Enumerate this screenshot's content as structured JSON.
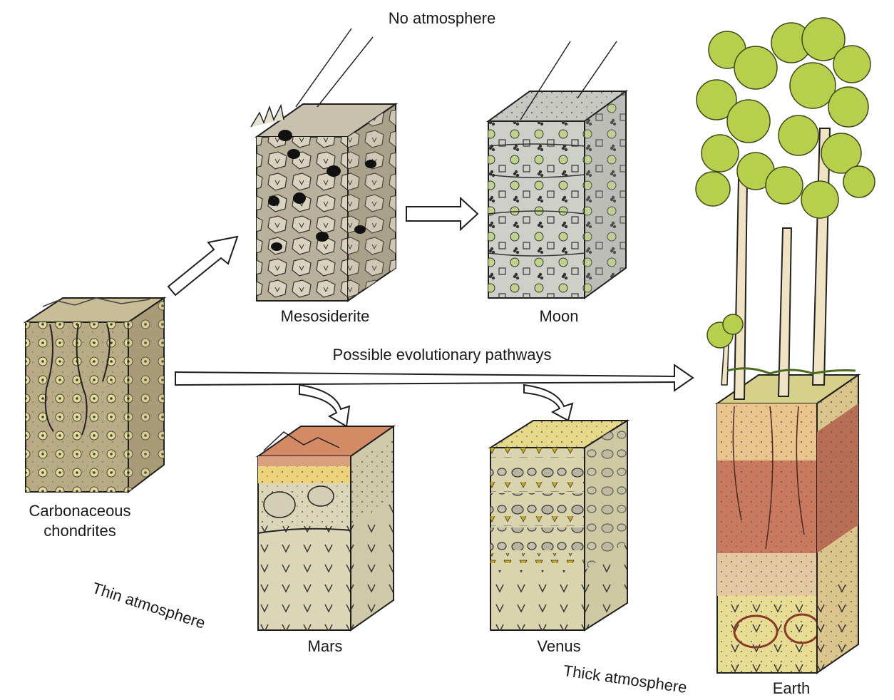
{
  "labels": {
    "no_atmosphere": "No atmosphere",
    "possible_pathways": "Possible evolutionary pathways",
    "thin_atmosphere": "Thin atmosphere",
    "thick_atmosphere": "Thick atmosphere"
  },
  "blocks": {
    "carbonaceous_line1": "Carbonaceous",
    "carbonaceous_line2": "chondrites",
    "mesosiderite": "Mesosiderite",
    "moon": "Moon",
    "mars": "Mars",
    "venus": "Venus",
    "earth": "Earth"
  },
  "colors": {
    "outline": "#1f1f1f",
    "chondrite_body": "#b9ab86",
    "meso_body": "#b9b19c",
    "moon_body": "#c8c8c2",
    "mars_top": "#d58a66",
    "mars_body": "#dcd6b8",
    "venus_top": "#e6d98a",
    "venus_body": "#d9d4ae",
    "earth_top": "#e9c48c",
    "earth_mid": "#c97a5e",
    "earth_low": "#e8dc93",
    "foliage": "#b7cf4d",
    "trunk": "#efe3c4"
  }
}
